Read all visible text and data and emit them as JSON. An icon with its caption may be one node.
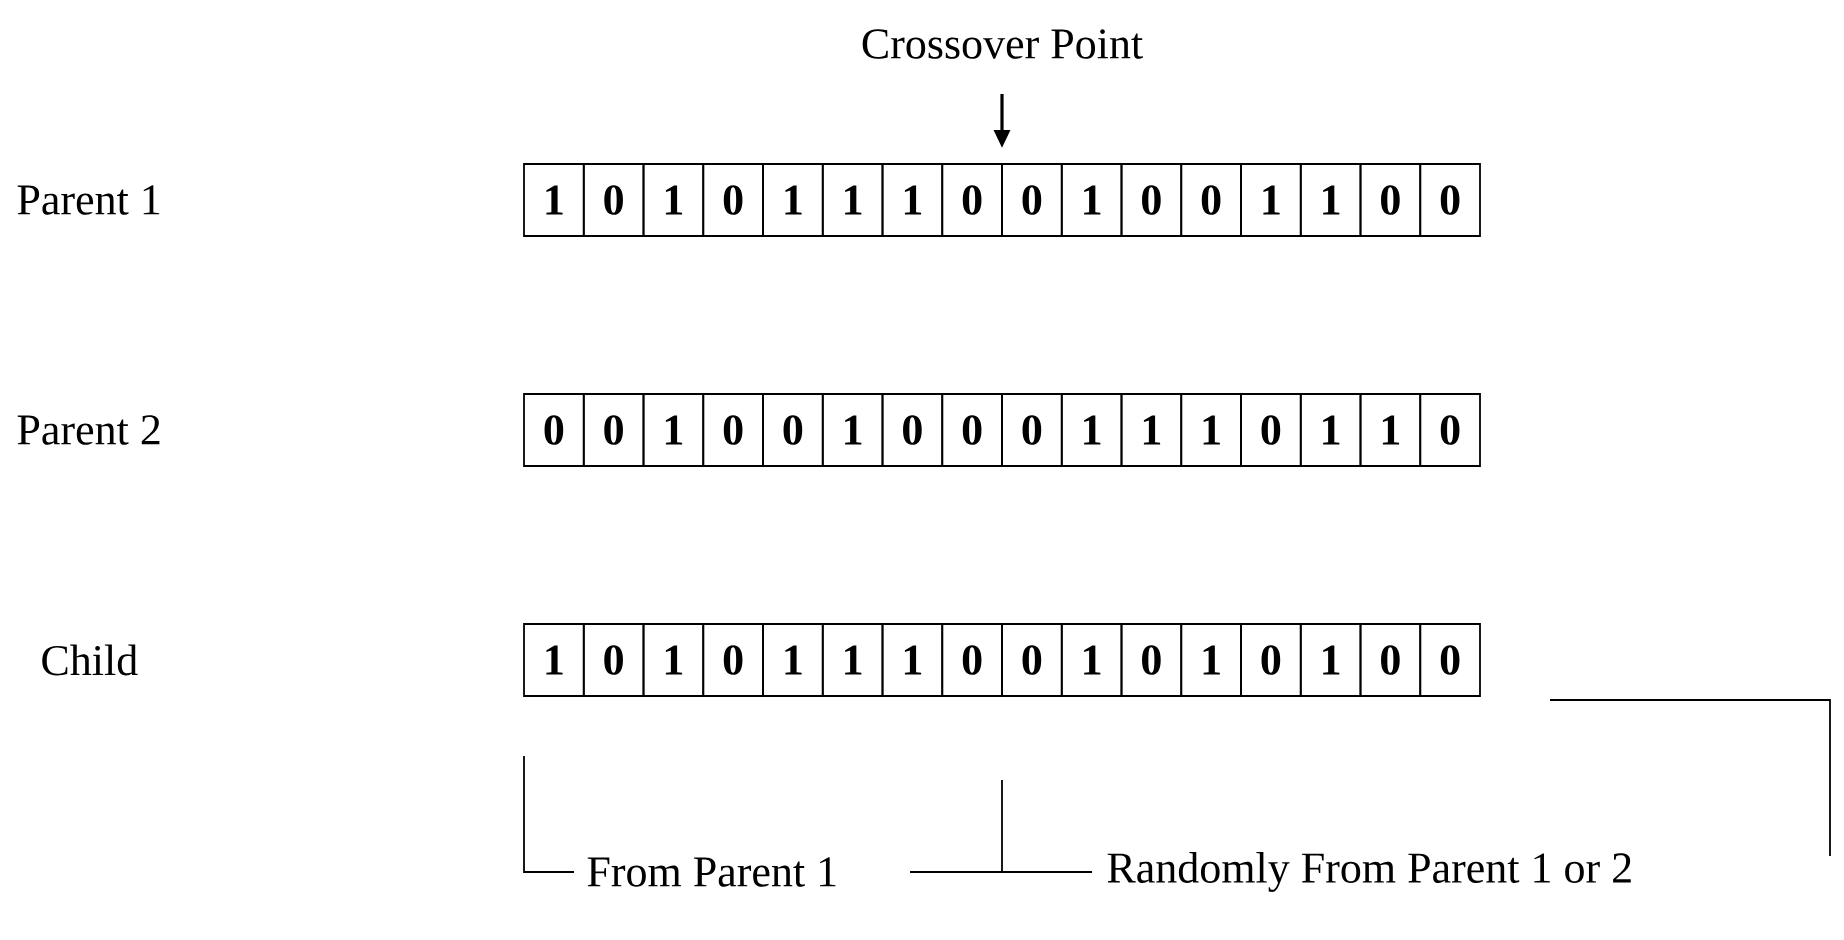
{
  "diagram": {
    "nodes": [
      {
        "text": [
          "1"
        ]
      },
      {
        "text": [
          "0"
        ]
      },
      {
        "text": [
          "1"
        ]
      },
      {
        "text": [
          "0"
        ]
      },
      {
        "text": [
          "1"
        ]
      },
      {
        "text": [
          "1"
        ]
      },
      {
        "text": [
          "1"
        ]
      },
      {
        "text": [
          "0"
        ]
      },
      {
        "text": [
          "0"
        ]
      },
      {
        "text": [
          "1"
        ]
      },
      {
        "text": [
          "0"
        ]
      },
      {
        "text": [
          "0"
        ]
      },
      {
        "text": [
          "1"
        ]
      },
      {
        "text": [
          "1"
        ]
      },
      {
        "text": [
          "0"
        ]
      },
      {
        "text": [
          "0"
        ]
      },
      {
        "text": [
          "0"
        ]
      },
      {
        "text": [
          "0"
        ]
      },
      {
        "text": [
          "1"
        ]
      },
      {
        "text": [
          "0"
        ]
      },
      {
        "text": [
          "0"
        ]
      },
      {
        "text": [
          "1"
        ]
      },
      {
        "text": [
          "0"
        ]
      },
      {
        "text": [
          "0"
        ]
      },
      {
        "text": [
          "0"
        ]
      },
      {
        "text": [
          "1"
        ]
      },
      {
        "text": [
          "1"
        ]
      },
      {
        "text": [
          "1"
        ]
      },
      {
        "text": [
          "0"
        ]
      },
      {
        "text": [
          "1"
        ]
      },
      {
        "text": [
          "1"
        ]
      },
      {
        "text": [
          "0"
        ]
      },
      {
        "text": [
          "1"
        ]
      },
      {
        "text": [
          "0"
        ]
      },
      {
        "text": [
          "1"
        ]
      },
      {
        "text": [
          "0"
        ]
      },
      {
        "text": [
          "1"
        ]
      },
      {
        "text": [
          "1"
        ]
      },
      {
        "text": [
          "1"
        ]
      },
      {
        "text": [
          "0"
        ]
      },
      {
        "text": [
          "0"
        ]
      },
      {
        "text": [
          "1"
        ]
      },
      {
        "text": [
          "0"
        ]
      },
      {
        "text": [
          "1"
        ]
      },
      {
        "text": [
          "0"
        ]
      },
      {
        "text": [
          "1"
        ]
      },
      {
        "text": [
          "0"
        ]
      },
      {
        "text": [
          "0"
        ]
      }
    ],
    "labels": [
      "Crossover Point",
      "Parent 1",
      "Parent 2",
      "Child",
      "From Parent 1",
      "Randomly From Parent 1 or 2"
    ]
  }
}
